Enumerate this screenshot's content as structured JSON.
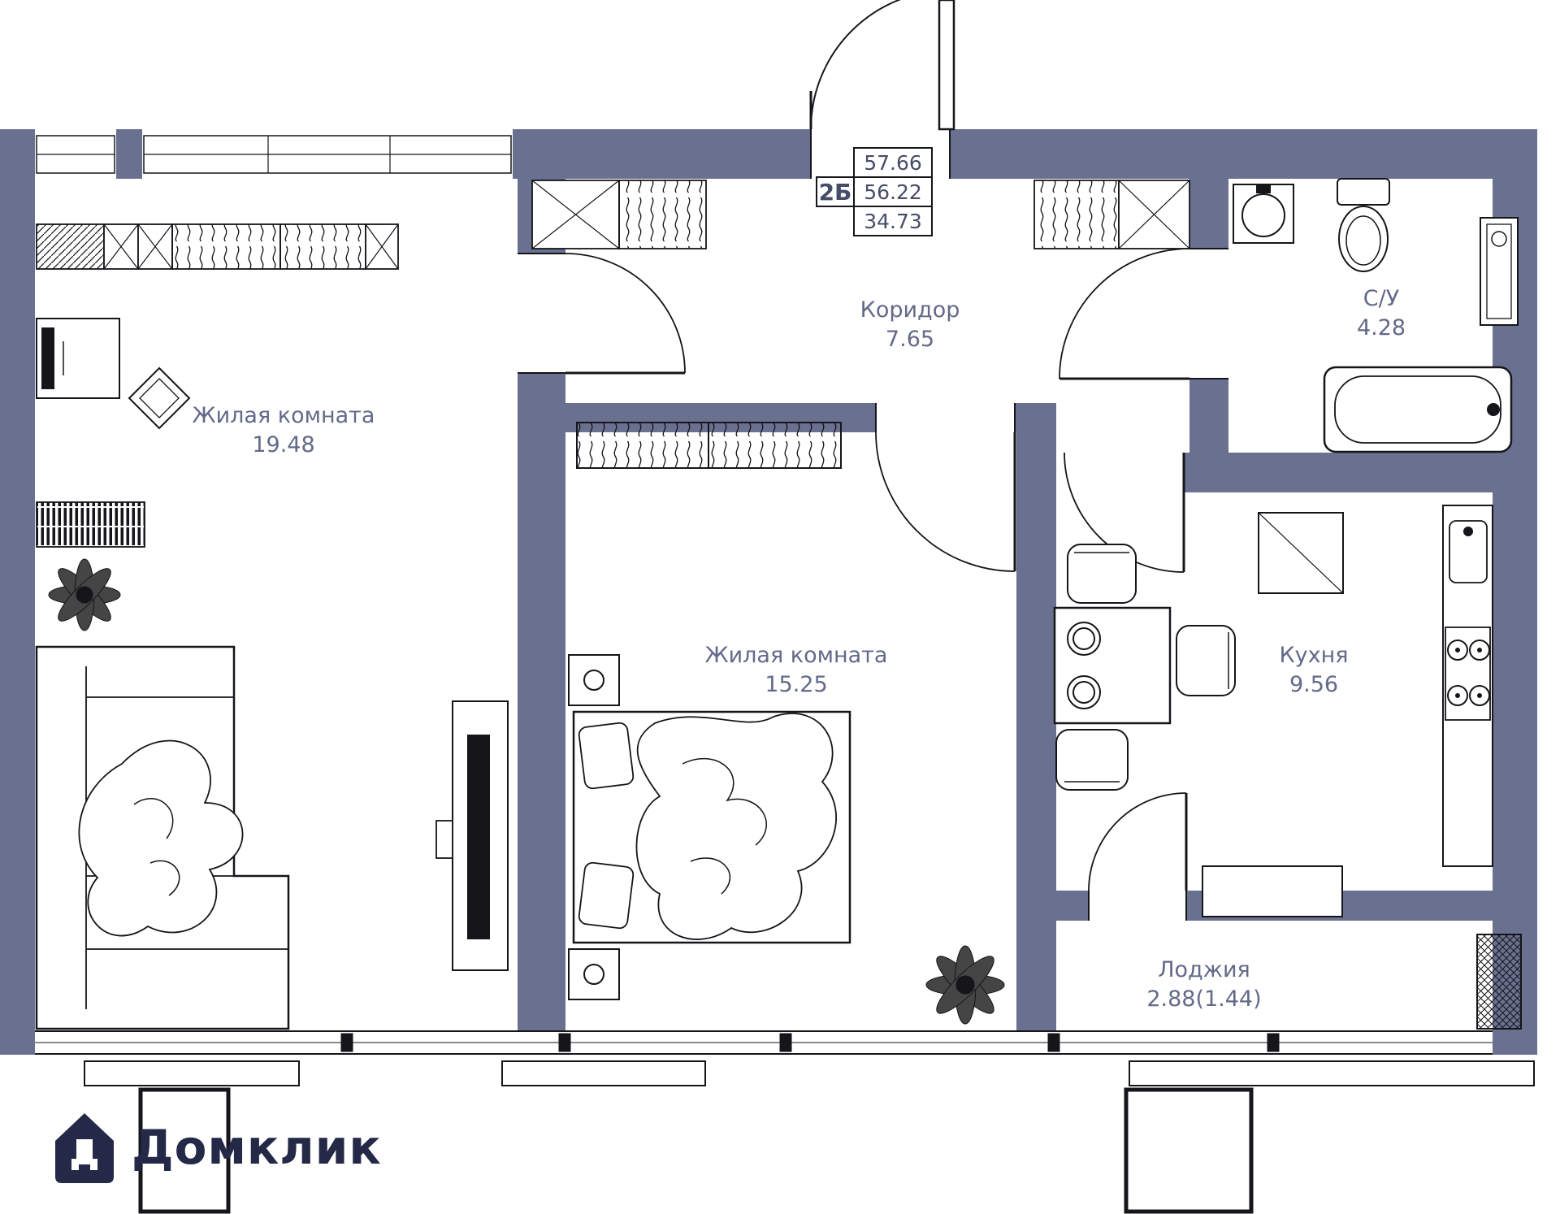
{
  "brand": {
    "name": "Домклик"
  },
  "title_block": {
    "unit_type": "2Б",
    "values": [
      "57.66",
      "56.22",
      "34.73"
    ]
  },
  "rooms": {
    "room1": {
      "label": "Жилая комната",
      "area": "19.48"
    },
    "corridor": {
      "label": "Коридор",
      "area": "7.65"
    },
    "room2": {
      "label": "Жилая комната",
      "area": "15.25"
    },
    "bathroom": {
      "label": "С/У",
      "area": "4.28"
    },
    "kitchen": {
      "label": "Кухня",
      "area": "9.56"
    },
    "loggia": {
      "label": "Лоджия",
      "area": "2.88(1.44)"
    }
  },
  "colors": {
    "wall": "#6a7090",
    "line": "#15151a",
    "label_text": "#636a89",
    "value_text": "#474d68",
    "brand_text": "#232947"
  }
}
